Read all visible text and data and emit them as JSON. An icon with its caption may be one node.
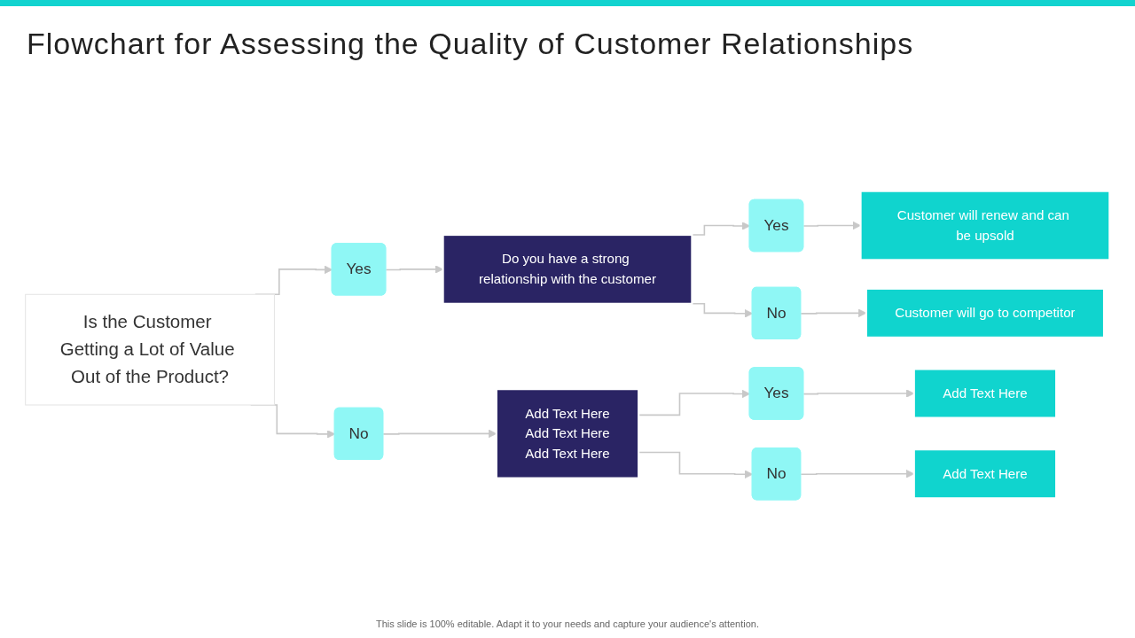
{
  "diagram": {
    "title": "Flowchart for Assessing the Quality of Customer Relationships",
    "nodes": [
      {
        "text": [
          "Is the Customer Getting a Lot of Value Out of the Product?"
        ]
      },
      {
        "text": [
          "Yes"
        ]
      },
      {
        "text": [
          "No"
        ]
      },
      {
        "text": [
          "Do you have a strong relationship with the customer"
        ]
      },
      {
        "text": [
          "Add Text Here",
          "Add Text Here",
          "Add Text Here"
        ]
      },
      {
        "text": [
          "Yes"
        ]
      },
      {
        "text": [
          "No"
        ]
      },
      {
        "text": [
          "Customer will renew and can be upsold"
        ]
      },
      {
        "text": [
          "Customer will go to competitor"
        ]
      },
      {
        "text": [
          "Yes"
        ]
      },
      {
        "text": [
          "No"
        ]
      },
      {
        "text": [
          "Add Text Here"
        ]
      },
      {
        "text": [
          "Add Text Here"
        ]
      }
    ],
    "edges": [
      {
        "from": 0,
        "to": 1,
        "arrow": "to"
      },
      {
        "from": 0,
        "to": 2,
        "arrow": "to"
      },
      {
        "from": 1,
        "to": 3,
        "arrow": "to"
      },
      {
        "from": 2,
        "to": 4,
        "arrow": "to"
      },
      {
        "from": 3,
        "to": 5,
        "arrow": "to"
      },
      {
        "from": 3,
        "to": 6,
        "arrow": "to"
      },
      {
        "from": 5,
        "to": 7,
        "arrow": "to"
      },
      {
        "from": 6,
        "to": 8,
        "arrow": "to"
      },
      {
        "from": 4,
        "to": 9,
        "arrow": "to"
      },
      {
        "from": 4,
        "to": 10,
        "arrow": "to"
      },
      {
        "from": 9,
        "to": 11,
        "arrow": "to"
      },
      {
        "from": 10,
        "to": 12,
        "arrow": "to"
      }
    ],
    "labels": [
      "This slide is 100% editable. Adapt it to your needs and capture your audience's attention."
    ]
  }
}
